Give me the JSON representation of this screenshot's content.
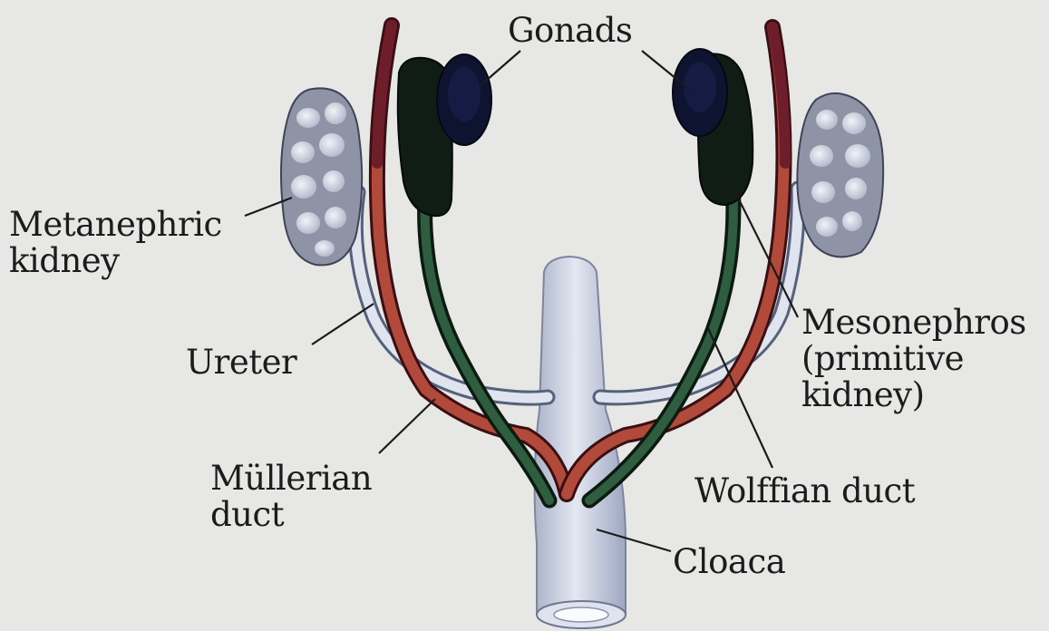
{
  "labels": {
    "gonads": "Gonads",
    "metanephric": [
      "Metanephric",
      "kidney"
    ],
    "ureter": "Ureter",
    "mullerian": [
      "Müllerian",
      "duct"
    ],
    "mesonephros": [
      "Mesonephros",
      "(primitive",
      "kidney)"
    ],
    "wolffian": "Wolffian duct",
    "cloaca": "Cloaca"
  },
  "colors": {
    "background": "#e7e7e5",
    "kidney": "#8e93a6",
    "kidney_lobe": "#dde0ea",
    "gonad": "#0e1430",
    "mesonephros": "#0f1d14",
    "mullerian_duct": "#b14a3a",
    "mullerian_duct_upper": "#6e1e2a",
    "wolffian_duct": "#214d34",
    "ureter": "#c9d2e2",
    "cloaca": "#c5cce0",
    "leader_line": "#1a1a1a"
  }
}
